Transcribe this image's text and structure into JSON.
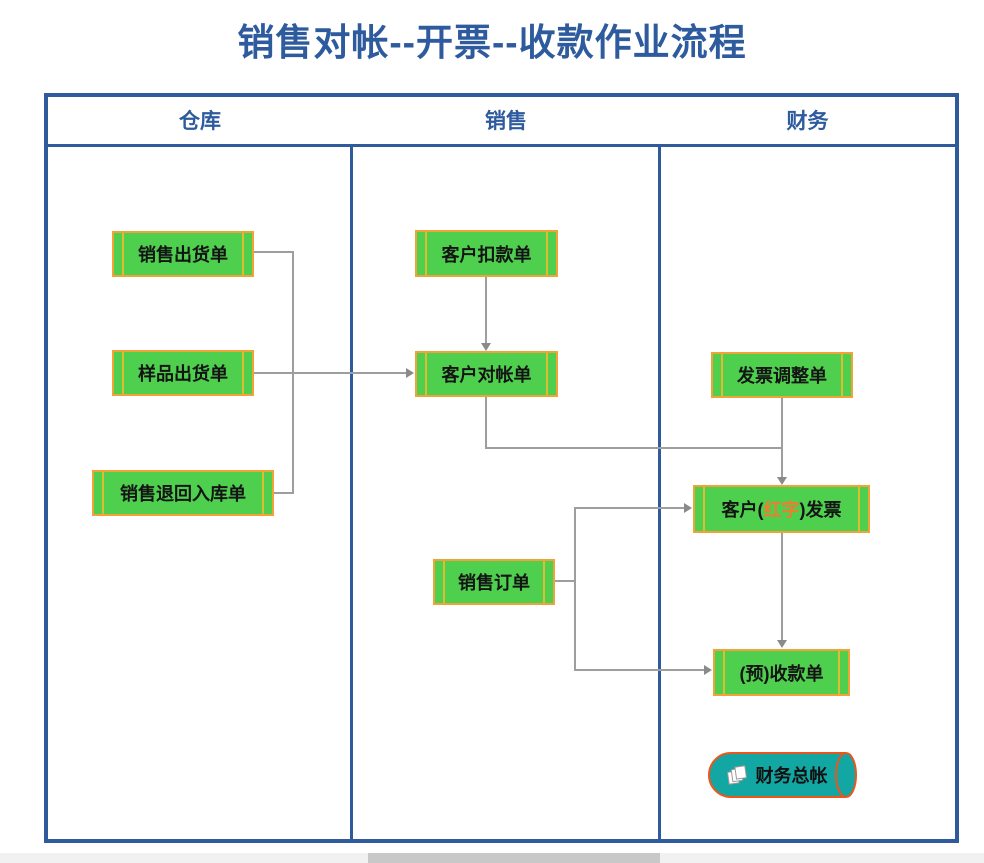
{
  "title": "销售对帐--开票--收款作业流程",
  "lanes": [
    {
      "label": "仓库"
    },
    {
      "label": "销售"
    },
    {
      "label": "财务"
    }
  ],
  "nodes": {
    "sales_shipment": {
      "label": "销售出货单"
    },
    "sample_shipment": {
      "label": "样品出货单"
    },
    "sales_return": {
      "label": "销售退回入库单"
    },
    "customer_deduction": {
      "label": "客户扣款单"
    },
    "customer_statement": {
      "label": "客户对帐单"
    },
    "sales_order": {
      "label": "销售订单"
    },
    "invoice_adjustment": {
      "label": "发票调整单"
    },
    "customer_invoice": {
      "prefix": "客户(",
      "highlight": "红字",
      "suffix": ")发票"
    },
    "pre_receipt": {
      "label": "(预)收款单"
    },
    "general_ledger": {
      "label": "财务总帐"
    }
  },
  "colors": {
    "title_blue": "#2E5B9D",
    "frame_blue": "#2F5B9D",
    "box_green": "#4ED04E",
    "box_border": "#F1A338",
    "accent_line": "#E0BC30",
    "connector_gray": "#9E9E9E",
    "arrow_gray": "#8A8A8A",
    "red_text": "#ED7D31",
    "cylinder_teal": "#12A7A3",
    "cylinder_border": "#EA561D"
  }
}
